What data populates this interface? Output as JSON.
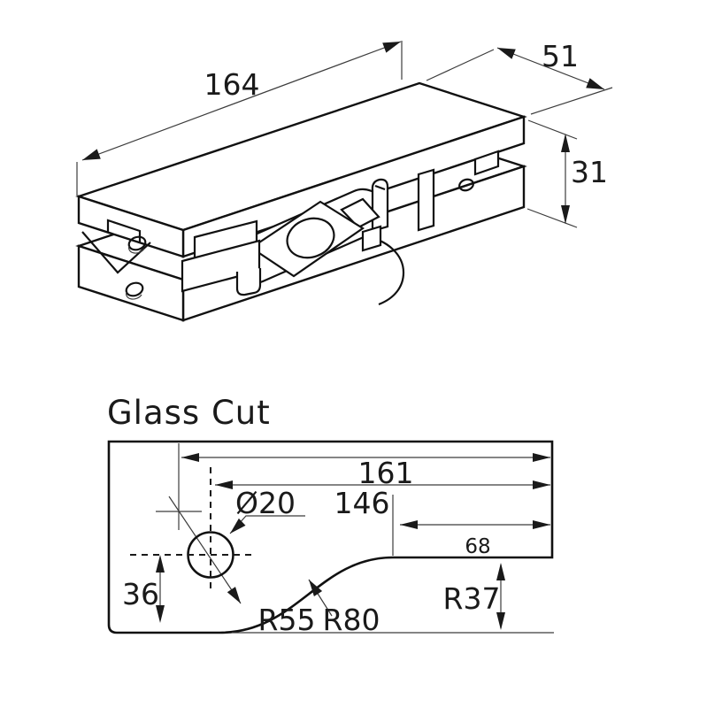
{
  "colors": {
    "ink": "#1a1a1a",
    "thin_line": "#3c3c3c",
    "background": "#ffffff"
  },
  "iso_view": {
    "description": "isometric-view-of-glass-patch-fitting",
    "dim_length_label": "164",
    "dim_width_label": "51",
    "dim_height_label": "31"
  },
  "glass_cut": {
    "title": "Glass Cut",
    "dim_overall_label": "161",
    "dim_to_hole_label": "146",
    "dim_flat_label": "68",
    "hole_diameter_label": "Ø20",
    "dim_hole_to_bottom_label": "36",
    "radius_labels": {
      "r55": "R55",
      "r80": "R80",
      "r37": "R37"
    }
  }
}
